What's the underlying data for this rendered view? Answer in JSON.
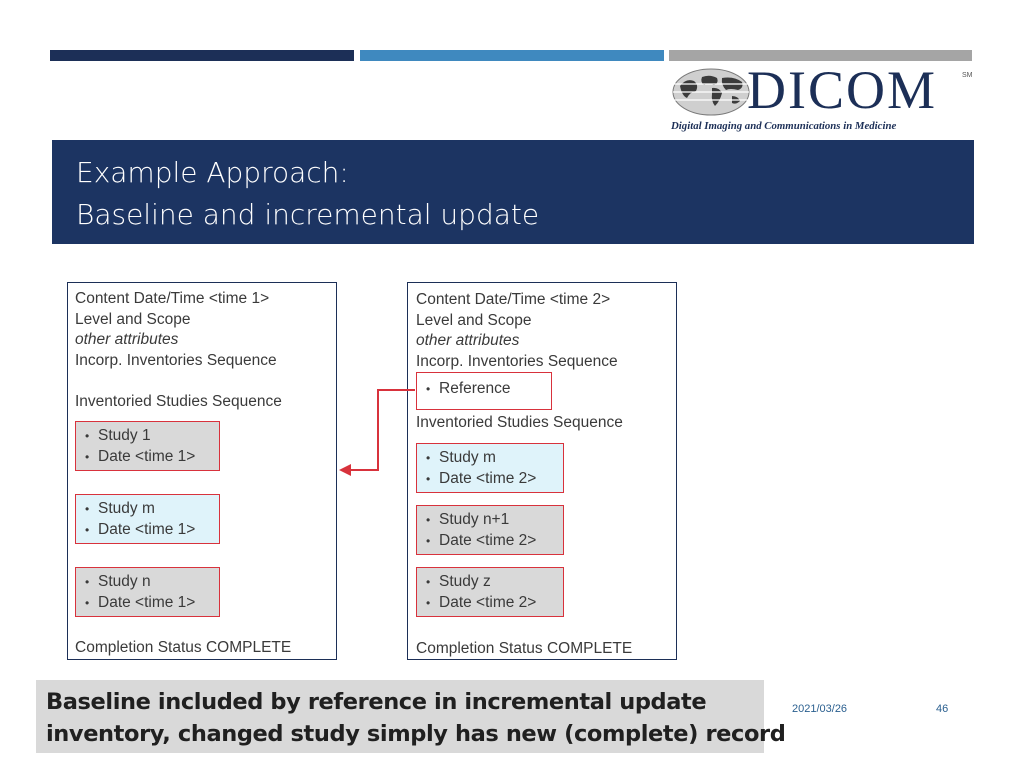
{
  "logo": {
    "brand": "DICOM",
    "tagline": "Digital Imaging and Communications in Medicine",
    "tm": "SM"
  },
  "title": {
    "line1": "Example Approach:",
    "line2": "Baseline and incremental update"
  },
  "left_panel": {
    "content_datetime": "Content Date/Time <time 1>",
    "level_scope": "Level and Scope",
    "other_attributes": "other attributes",
    "incorp_inventories": "Incorp. Inventories Sequence",
    "inventoried_studies": "Inventoried Studies Sequence",
    "items": [
      {
        "study": "Study 1",
        "date": "Date <time 1>",
        "style": "grey"
      },
      {
        "study": "Study m",
        "date": "Date <time 1>",
        "style": "cyan"
      },
      {
        "study": "Study n",
        "date": "Date <time 1>",
        "style": "grey"
      }
    ],
    "completion": "Completion Status COMPLETE"
  },
  "right_panel": {
    "content_datetime": "Content Date/Time <time 2>",
    "level_scope": "Level and Scope",
    "other_attributes": "other attributes",
    "incorp_inventories": "Incorp. Inventories Sequence",
    "reference": "Reference",
    "inventoried_studies": "Inventoried Studies Sequence",
    "items": [
      {
        "study": "Study m",
        "date": "Date <time 2>",
        "style": "cyan"
      },
      {
        "study": "Study n+1",
        "date": "Date <time 2>",
        "style": "grey"
      },
      {
        "study": "Study z",
        "date": "Date <time 2>",
        "style": "grey"
      }
    ],
    "completion": "Completion Status COMPLETE"
  },
  "banner": {
    "line1": "Baseline included by reference in incremental update",
    "line2": "inventory, changed study simply has new (complete) record"
  },
  "footer": {
    "date": "2021/03/26",
    "page": "46"
  },
  "colors": {
    "navy": "#1c2f57",
    "blue": "#3f89bf",
    "grey": "#a5a5a5",
    "title_band": "#1c3462",
    "highlight_red": "#d8323c"
  }
}
